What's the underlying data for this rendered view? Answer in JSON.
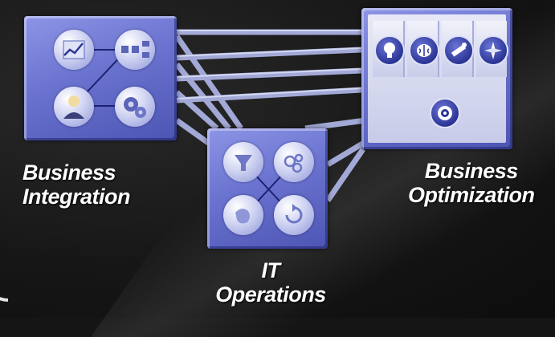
{
  "labels": {
    "business_integration": [
      "Business",
      "Integration"
    ],
    "it_operations": [
      "IT",
      "Operations"
    ],
    "business_optimization": [
      "Business",
      "Optimization"
    ]
  },
  "colors": {
    "background": "#151515",
    "box_light": "#8d95e6",
    "box_dark": "#4c55b3",
    "connector": "#b8bfea",
    "label_text": "#ffffff"
  },
  "icons": {
    "business_integration": [
      "line-chart-icon",
      "workflow-icon",
      "user-icon",
      "gears-icon"
    ],
    "it_operations": [
      "funnel-icon",
      "bubbles-icon",
      "globe-icon",
      "refresh-icon"
    ],
    "business_optimization": [
      "lightbulb-icon",
      "brain-icon",
      "telescope-icon",
      "compass-icon",
      "target-icon"
    ]
  }
}
